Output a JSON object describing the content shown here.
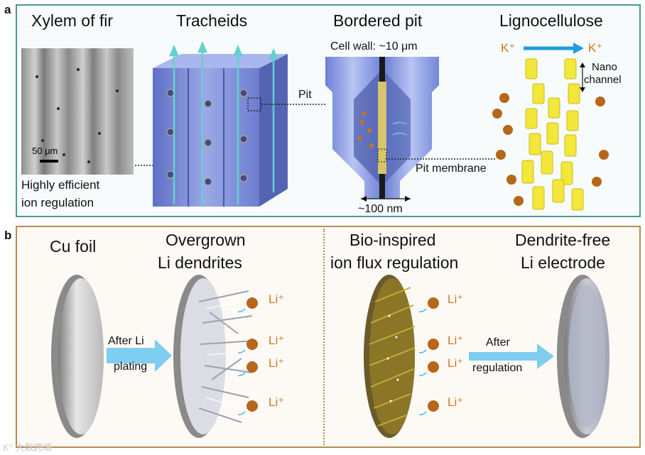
{
  "panel_a": {
    "label": "a",
    "xylem_title": "Xylem of fir",
    "scale_bar": "50 μm",
    "caption_line1": "Highly efficient",
    "caption_line2": "ion regulation",
    "tracheids_title": "Tracheids",
    "pit_label": "Pit",
    "bordered_pit_title": "Bordered pit",
    "cell_wall_label": "Cell wall: ~10 μm",
    "pit_membrane_label": "Pit membrane",
    "pit_width_label": "~100 nm",
    "lignocellulose_title": "Lignocellulose",
    "ion_left": "K⁺",
    "ion_right": "K⁺",
    "nano_label_line1": "Nano",
    "nano_label_line2": "channel"
  },
  "panel_b": {
    "label": "b",
    "cu_foil_title": "Cu foil",
    "overgrown_line1": "Overgrown",
    "overgrown_line2": "Li dendrites",
    "arrow1_line1": "After Li",
    "arrow1_line2": "plating",
    "li_ion": "Li⁺",
    "bio_line1": "Bio-inspired",
    "bio_line2": "ion flux regulation",
    "arrow2_line1": "After",
    "arrow2_line2": "regulation",
    "dendrite_free_line1": "Dendrite-free",
    "dendrite_free_line2": "Li electrode"
  },
  "watermark": "K° 大数跨境",
  "colors": {
    "panel_a_border": "#4a9a93",
    "panel_b_border": "#b98a4e",
    "ion_orange": "#c87a1c",
    "arrow_blue": "#5fc3ec",
    "tracheid_blue": "#7d8fd6",
    "cyan_flow": "#63d1cf",
    "fiber_yellow": "#f2e73a"
  }
}
